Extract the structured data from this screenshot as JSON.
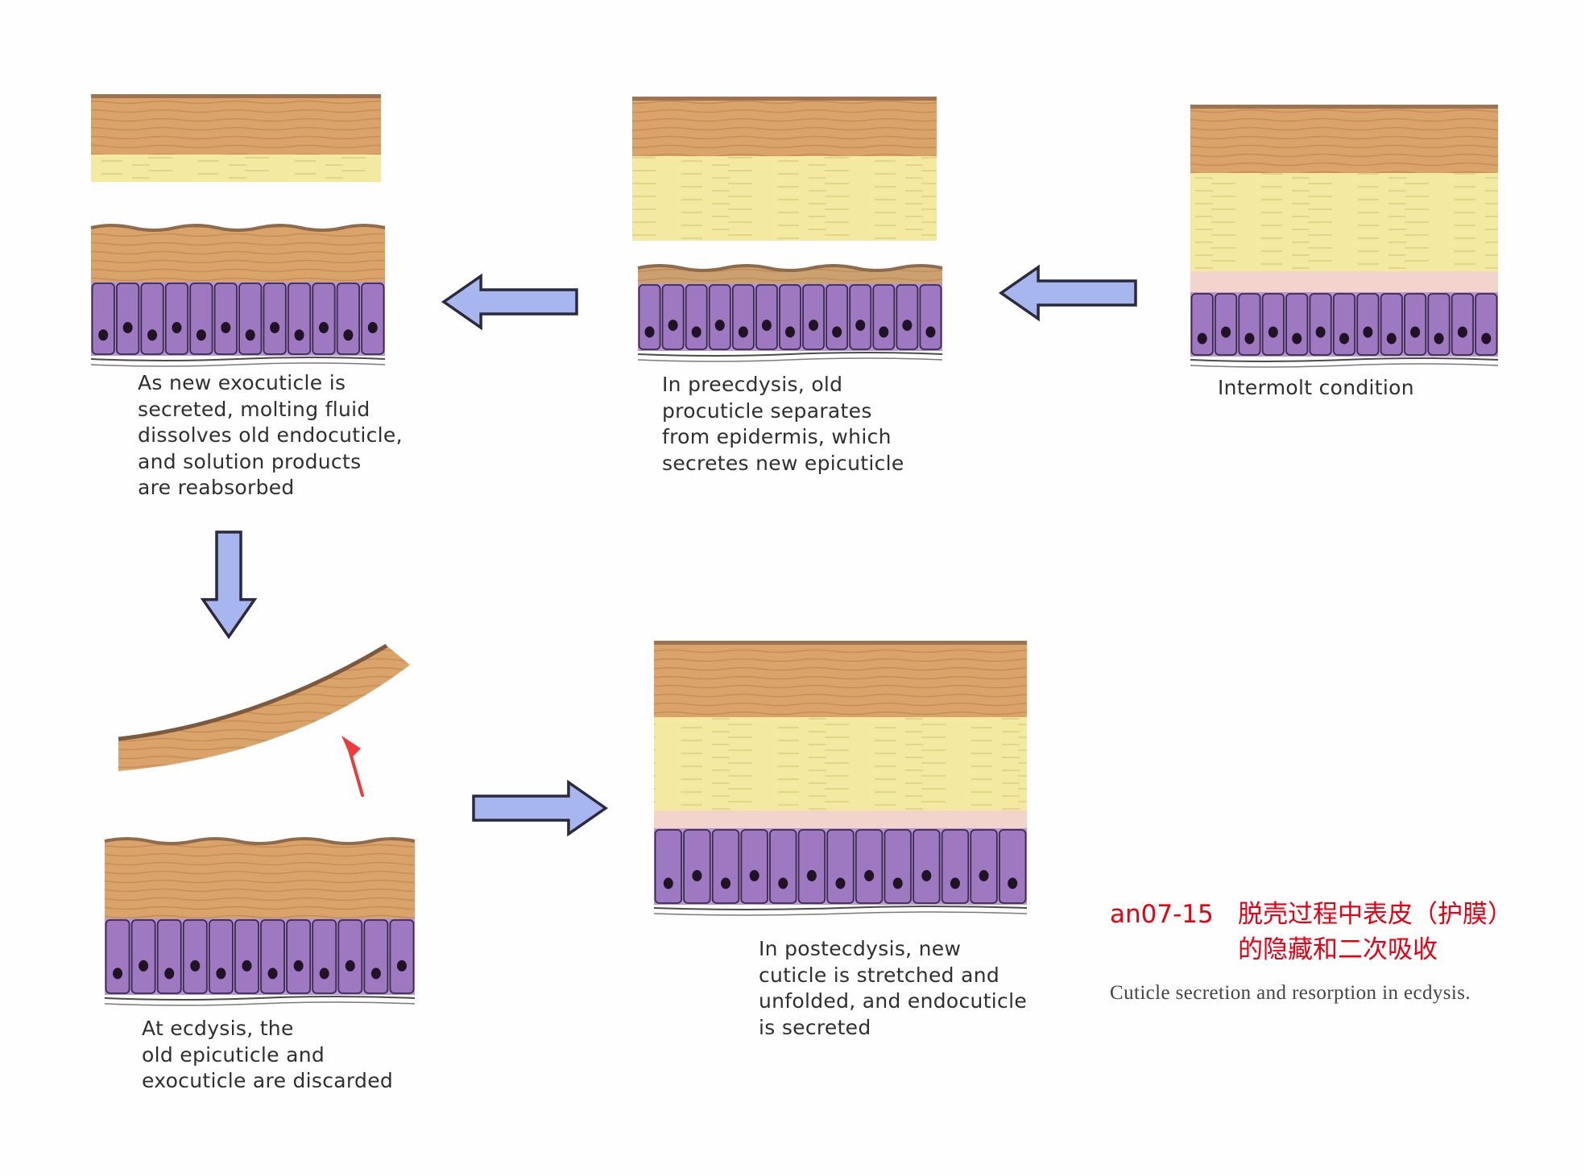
{
  "stages": {
    "intermolt": {
      "caption": "Intermolt condition"
    },
    "preecdysis": {
      "caption": "In preecdysis, old\nprocuticle separates\nfrom epidermis, which\nsecretes new epicuticle"
    },
    "exocuticle": {
      "caption": "As new exocuticle is\nsecreted, molting fluid\ndissolves old endocuticle,\nand solution products\nare reabsorbed"
    },
    "ecdysis": {
      "caption": "At ecdysis, the\nold epicuticle and\nexocuticle are discarded"
    },
    "postecdysis": {
      "caption": "In postecdysis, new\ncuticle is stretched and\nunfolded, and endocuticle\nis secreted"
    }
  },
  "figure": {
    "id": "an07-15",
    "title_cn_line1": "脱壳过程中表皮（护膜）",
    "title_cn_line2": "的隐藏和二次吸收",
    "title_en": "Cuticle secretion and resorption in ecdysis."
  },
  "colors": {
    "exocuticle": "#d9a36a",
    "endocuticle": "#f4e9a0",
    "subcuticle": "#f2d4cc",
    "cell": "#9e79c2",
    "nucleus": "#1e1423",
    "flow_arrow": "#a7b6ef",
    "pointer_arrow": "#ee3a3a",
    "caption_title": "#e60012"
  }
}
